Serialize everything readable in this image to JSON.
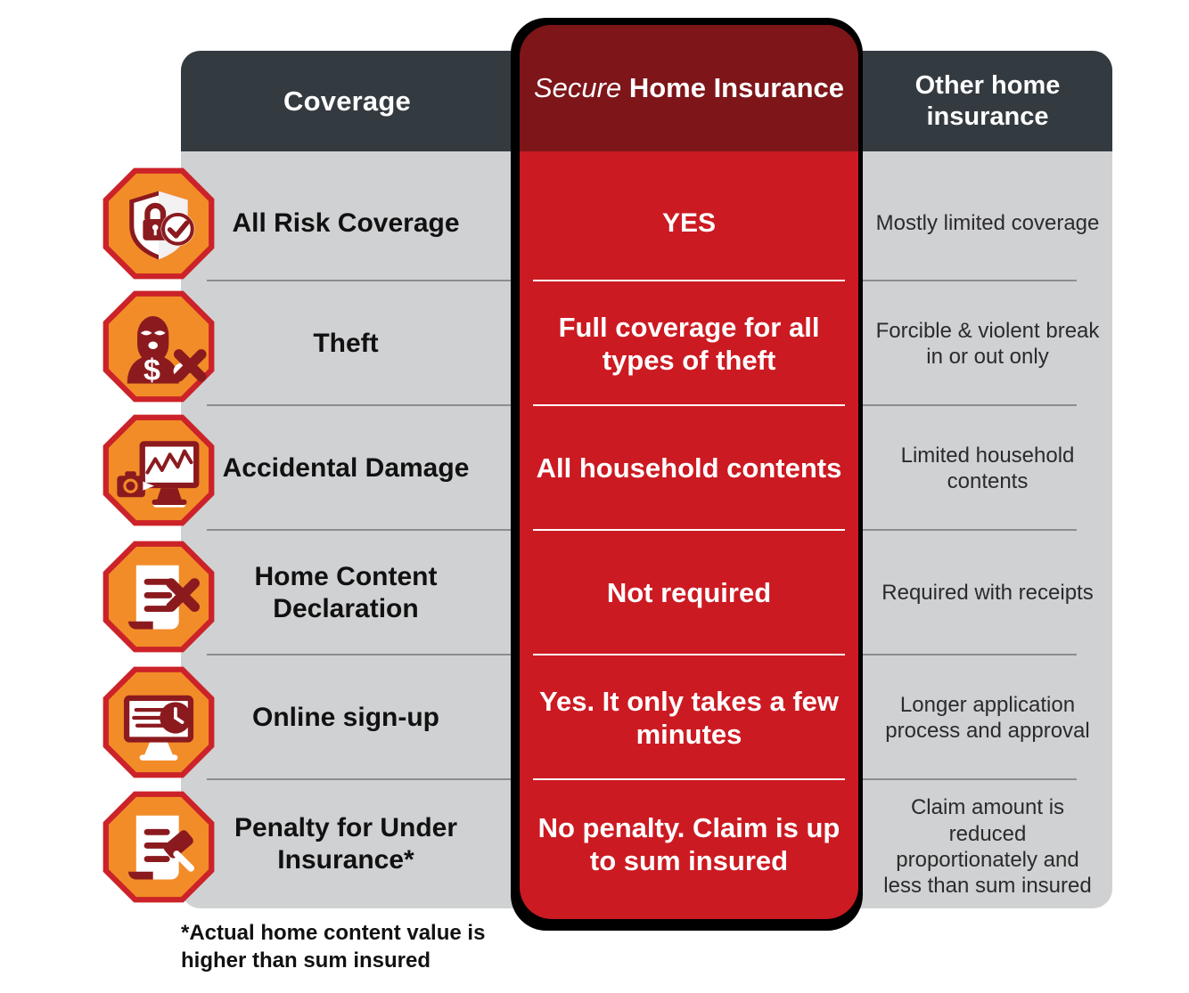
{
  "header": {
    "col1_label": "Coverage",
    "col2_brand_italic": "Secure",
    "col2_brand_bold": "Home Insurance",
    "col3_label": "Other home insurance"
  },
  "colors": {
    "panel_grey": "#d0d1d3",
    "header_dark": "#333a40",
    "brand_red": "#cc1a22",
    "brand_red_dark": "#7d1519",
    "icon_orange": "#f28c28",
    "icon_red_border": "#cc2229",
    "icon_dark_red": "#8b1a1f"
  },
  "rows": [
    {
      "icon": "shield-lock-check-icon",
      "coverage": "All Risk Coverage",
      "secure": "YES",
      "other": "Mostly limited coverage"
    },
    {
      "icon": "burglar-theft-icon",
      "coverage": "Theft",
      "secure": "Full coverage for all types of theft",
      "other": "Forcible & violent break in or out only"
    },
    {
      "icon": "broken-monitor-camera-icon",
      "coverage": "Accidental Damage",
      "secure": "All household contents",
      "other": "Limited household contents"
    },
    {
      "icon": "document-cross-icon",
      "coverage": "Home Content Declaration",
      "secure": "Not required",
      "other": "Required with receipts"
    },
    {
      "icon": "monitor-clock-fast-icon",
      "coverage": "Online sign-up",
      "secure": "Yes. It only takes a few minutes",
      "other": "Longer application process and approval"
    },
    {
      "icon": "document-gavel-icon",
      "coverage": "Penalty for Under Insurance*",
      "secure": "No penalty. Claim is up to sum insured",
      "other": "Claim amount is reduced proportionately and less than sum insured"
    }
  ],
  "footnote": "*Actual home content value is higher than sum insured"
}
